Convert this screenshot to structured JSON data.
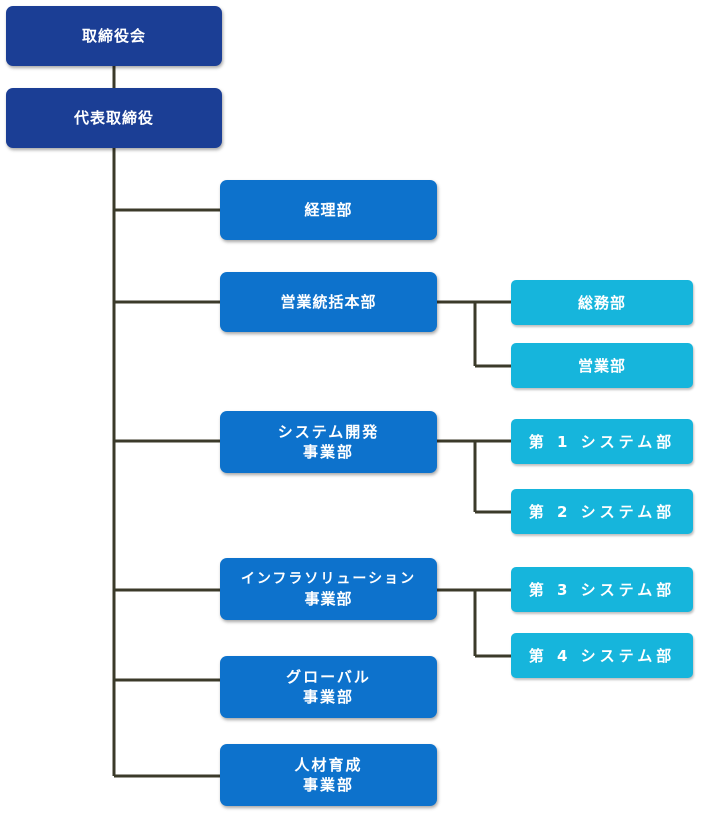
{
  "chart_title": "",
  "colors": {
    "top_level": "#1b3e95",
    "department": "#0d72cc",
    "sub_department": "#16b5dc",
    "connector": "#3b3a2a"
  },
  "nodes": {
    "board": {
      "line1": "取締役会"
    },
    "president": {
      "line1": "代表取締役"
    },
    "accounting": {
      "line1": "経理部"
    },
    "sales_hq": {
      "line1": "営業統括本部"
    },
    "general_affairs": {
      "line1": "総務部"
    },
    "sales": {
      "line1": "営業部"
    },
    "sysdev": {
      "line1": "システム開発",
      "line2": "事業部"
    },
    "sys1": {
      "line1": "第 1 システム部"
    },
    "sys2": {
      "line1": "第 2 システム部"
    },
    "infra": {
      "line1": "インフラソリューション",
      "line2": "事業部"
    },
    "sys3": {
      "line1": "第 3 システム部"
    },
    "sys4": {
      "line1": "第 4 システム部"
    },
    "global": {
      "line1": "グローバル",
      "line2": "事業部"
    },
    "hr": {
      "line1": "人材育成",
      "line2": "事業部"
    }
  }
}
